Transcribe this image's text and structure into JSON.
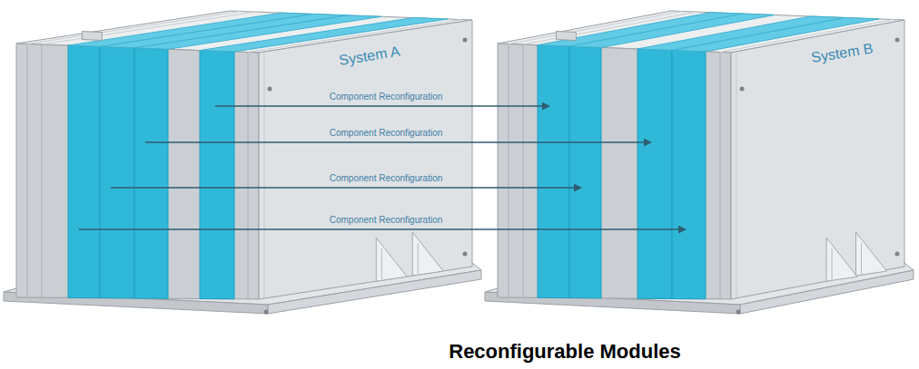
{
  "diagram": {
    "title": "Reconfigurable Modules",
    "nodes": [
      {
        "text": [
          "System A"
        ]
      },
      {
        "text": [
          "System B"
        ]
      }
    ],
    "edges": [
      {
        "from": 0,
        "to": 1,
        "arrow": "to",
        "label": "Component Reconfiguration"
      },
      {
        "from": 0,
        "to": 1,
        "arrow": "to",
        "label": "Component Reconfiguration"
      },
      {
        "from": 0,
        "to": 1,
        "arrow": "to",
        "label": "Component Reconfiguration"
      },
      {
        "from": 0,
        "to": 1,
        "arrow": "to",
        "label": "Component Reconfiguration"
      }
    ]
  }
}
